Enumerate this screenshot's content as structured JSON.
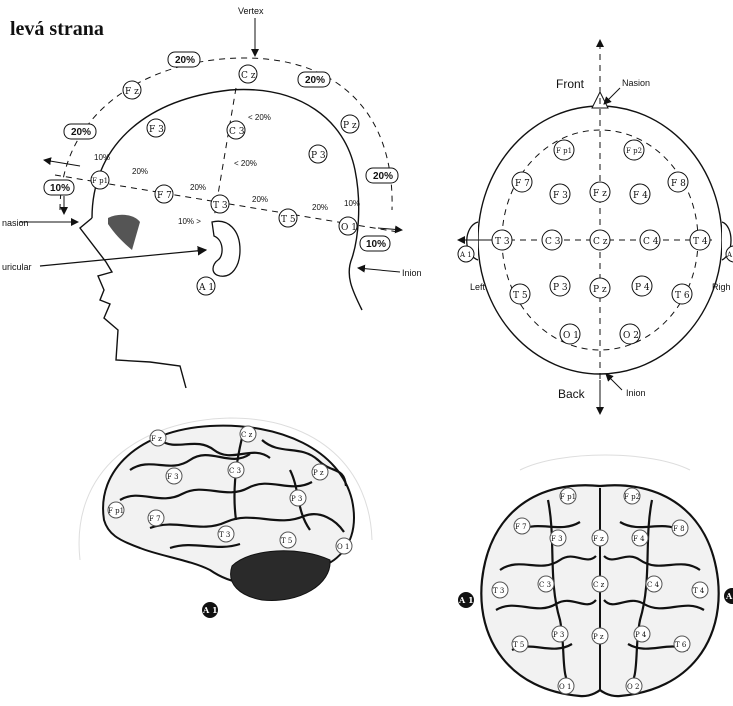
{
  "heading": "levá strana",
  "side_view": {
    "labels": {
      "vertex": "Vertex",
      "nasion": "nasion",
      "preauricular": "uricular",
      "inion": "Inion"
    },
    "percent_boxes": [
      "20%",
      "20%",
      "20%",
      "20%",
      "10%",
      "10%"
    ],
    "percent_small": [
      "< 20%",
      "< 20%",
      "20%",
      "20%",
      "20%",
      "20%",
      "10%",
      "10%",
      "10% >"
    ],
    "electrodes": [
      "F z",
      "C z",
      "P z",
      "F 3",
      "C 3",
      "P 3",
      "F p1",
      "F 7",
      "T 3",
      "T 5",
      "O 1",
      "A 1"
    ]
  },
  "top_view": {
    "labels": {
      "front": "Front",
      "nasion": "Nasion",
      "left": "Left",
      "right": "Righ",
      "back": "Back",
      "inion": "Inion",
      "a1": "A 1",
      "a2": "A"
    },
    "electrodes": [
      "F p1",
      "F p2",
      "F 7",
      "F 3",
      "F z",
      "F 4",
      "F 8",
      "T 3",
      "C 3",
      "C z",
      "C 4",
      "T 4",
      "T 5",
      "P 3",
      "P z",
      "P 4",
      "T 6",
      "O 1",
      "O 2"
    ]
  },
  "brain_side": {
    "electrodes": [
      "F z",
      "C z",
      "C 3",
      "F 3",
      "P z",
      "P 3",
      "F p1",
      "F 7",
      "T 3",
      "T 5",
      "O 1"
    ],
    "ear_ref": "A 1"
  },
  "brain_top": {
    "electrodes": [
      "F p1",
      "F p2",
      "F 7",
      "F 3",
      "F z",
      "F 4",
      "F 8",
      "T 3",
      "C 3",
      "C z",
      "C 4",
      "T 4",
      "T 5",
      "P 3",
      "P z",
      "P 4",
      "T 6",
      "O 1",
      "O 2"
    ],
    "ear_refs": [
      "A 1",
      "A"
    ]
  }
}
